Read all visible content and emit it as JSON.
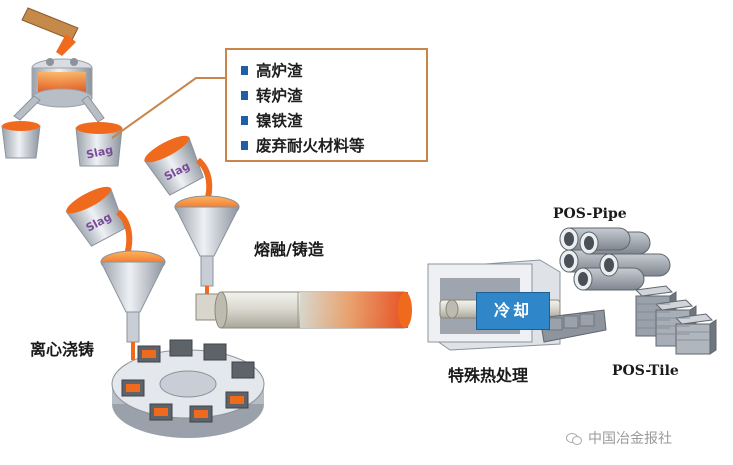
{
  "callout": {
    "items": [
      "高炉渣",
      "转炉渣",
      "镍铁渣",
      "废弃耐火材料等"
    ]
  },
  "labels": {
    "melt_cast": "熔融/铸造",
    "centrifugal": "离心浇铸",
    "cooling": "冷却",
    "special_treatment": "特殊热处理",
    "pos_pipe": "POS-Pipe",
    "pos_tile": "POS-Tile",
    "ladle_text": "Slag"
  },
  "watermark": {
    "text": "中国冶金报社"
  },
  "icons": [
    "ladle-icon",
    "furnace-icon",
    "funnel-icon",
    "pipe-icon",
    "tile-icon",
    "wechat-icon"
  ],
  "colors": {
    "molten": "#f06a1e",
    "molten_dark": "#c84a10",
    "steel": "#c9ced6",
    "steel_dark": "#8c939d",
    "callout_border": "#c9864a",
    "cool_blue": "#2f86c8",
    "bullet": "#1f5fa8"
  }
}
